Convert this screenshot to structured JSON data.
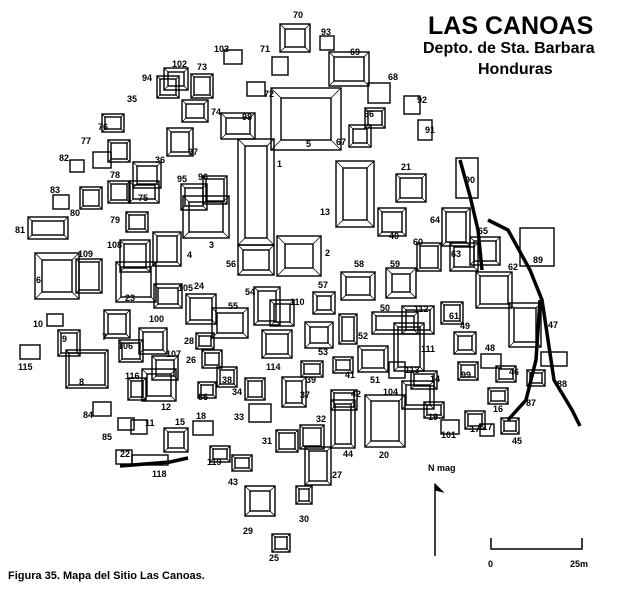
{
  "title": "LAS CANOAS",
  "subtitle1": "Depto. de Sta. Barbara",
  "subtitle2": "Honduras",
  "caption": "Figura 35.  Mapa del Sitio Las Canoas.",
  "north_label": "N mag",
  "scale_start": "0",
  "scale_end": "25m",
  "structure_labels": [
    "1",
    "2",
    "3",
    "4",
    "5",
    "6",
    "7",
    "8",
    "9",
    "10",
    "11",
    "12",
    "13",
    "14",
    "15",
    "16",
    "17",
    "18",
    "19",
    "20",
    "21",
    "22",
    "23",
    "24",
    "25",
    "26",
    "27",
    "28",
    "29",
    "30",
    "31",
    "32",
    "33",
    "34",
    "35",
    "36",
    "37",
    "38",
    "39",
    "40",
    "41",
    "42",
    "43",
    "44",
    "45",
    "46",
    "47",
    "48",
    "49",
    "50",
    "51",
    "52",
    "53",
    "54",
    "55",
    "56",
    "57",
    "58",
    "59",
    "60",
    "61",
    "62",
    "63",
    "64",
    "65",
    "66",
    "67",
    "68",
    "69",
    "70",
    "71",
    "72",
    "73",
    "74",
    "75",
    "76",
    "77",
    "78",
    "79",
    "80",
    "81",
    "82",
    "83",
    "84",
    "85",
    "86",
    "87",
    "88",
    "89",
    "90",
    "91",
    "92",
    "93",
    "94",
    "95",
    "96",
    "97",
    "98",
    "99",
    "100",
    "101",
    "102",
    "103",
    "104",
    "105",
    "106",
    "107",
    "108",
    "109",
    "110",
    "111",
    "112",
    "113",
    "114",
    "115",
    "116",
    "117",
    "118",
    "119"
  ]
}
